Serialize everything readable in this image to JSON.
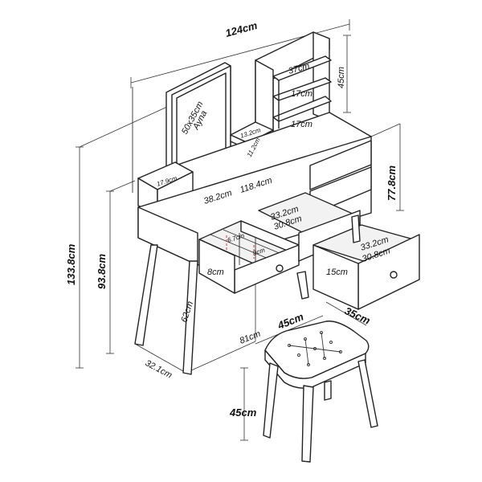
{
  "dimensions": {
    "total_width": "124cm",
    "total_height": "133.8cm",
    "table_height": "93.8cm",
    "leg_height": "62cm",
    "table_depth_left": "32.1cm",
    "drawer_unit_height": "77.8cm",
    "shelf_height": "45cm",
    "shelf_width": "37cm",
    "shelf_gap_top": "17cm",
    "shelf_gap_bottom": "17cm",
    "mirror_size": "50x35cm",
    "mirror_label": "Ayna",
    "mirror_bottom_gap": "13.2cm",
    "mirror_lower_gap": "11.2cm",
    "left_box": "17.9cm",
    "inner_width": "118.4cm",
    "left_drawer_width": "38.2cm",
    "left_drawer_height": "8cm",
    "small_comp_1": "6.7cm",
    "small_comp_2": "9cm",
    "mid_drawer_width": "33.2cm",
    "mid_drawer_depth": "30.8cm",
    "right_drawer_width": "33.2cm",
    "right_drawer_depth": "30.8cm",
    "right_drawer_height": "15cm",
    "knee_width": "81cm",
    "stool_width": "45cm",
    "stool_depth": "35cm",
    "stool_height": "45cm"
  }
}
